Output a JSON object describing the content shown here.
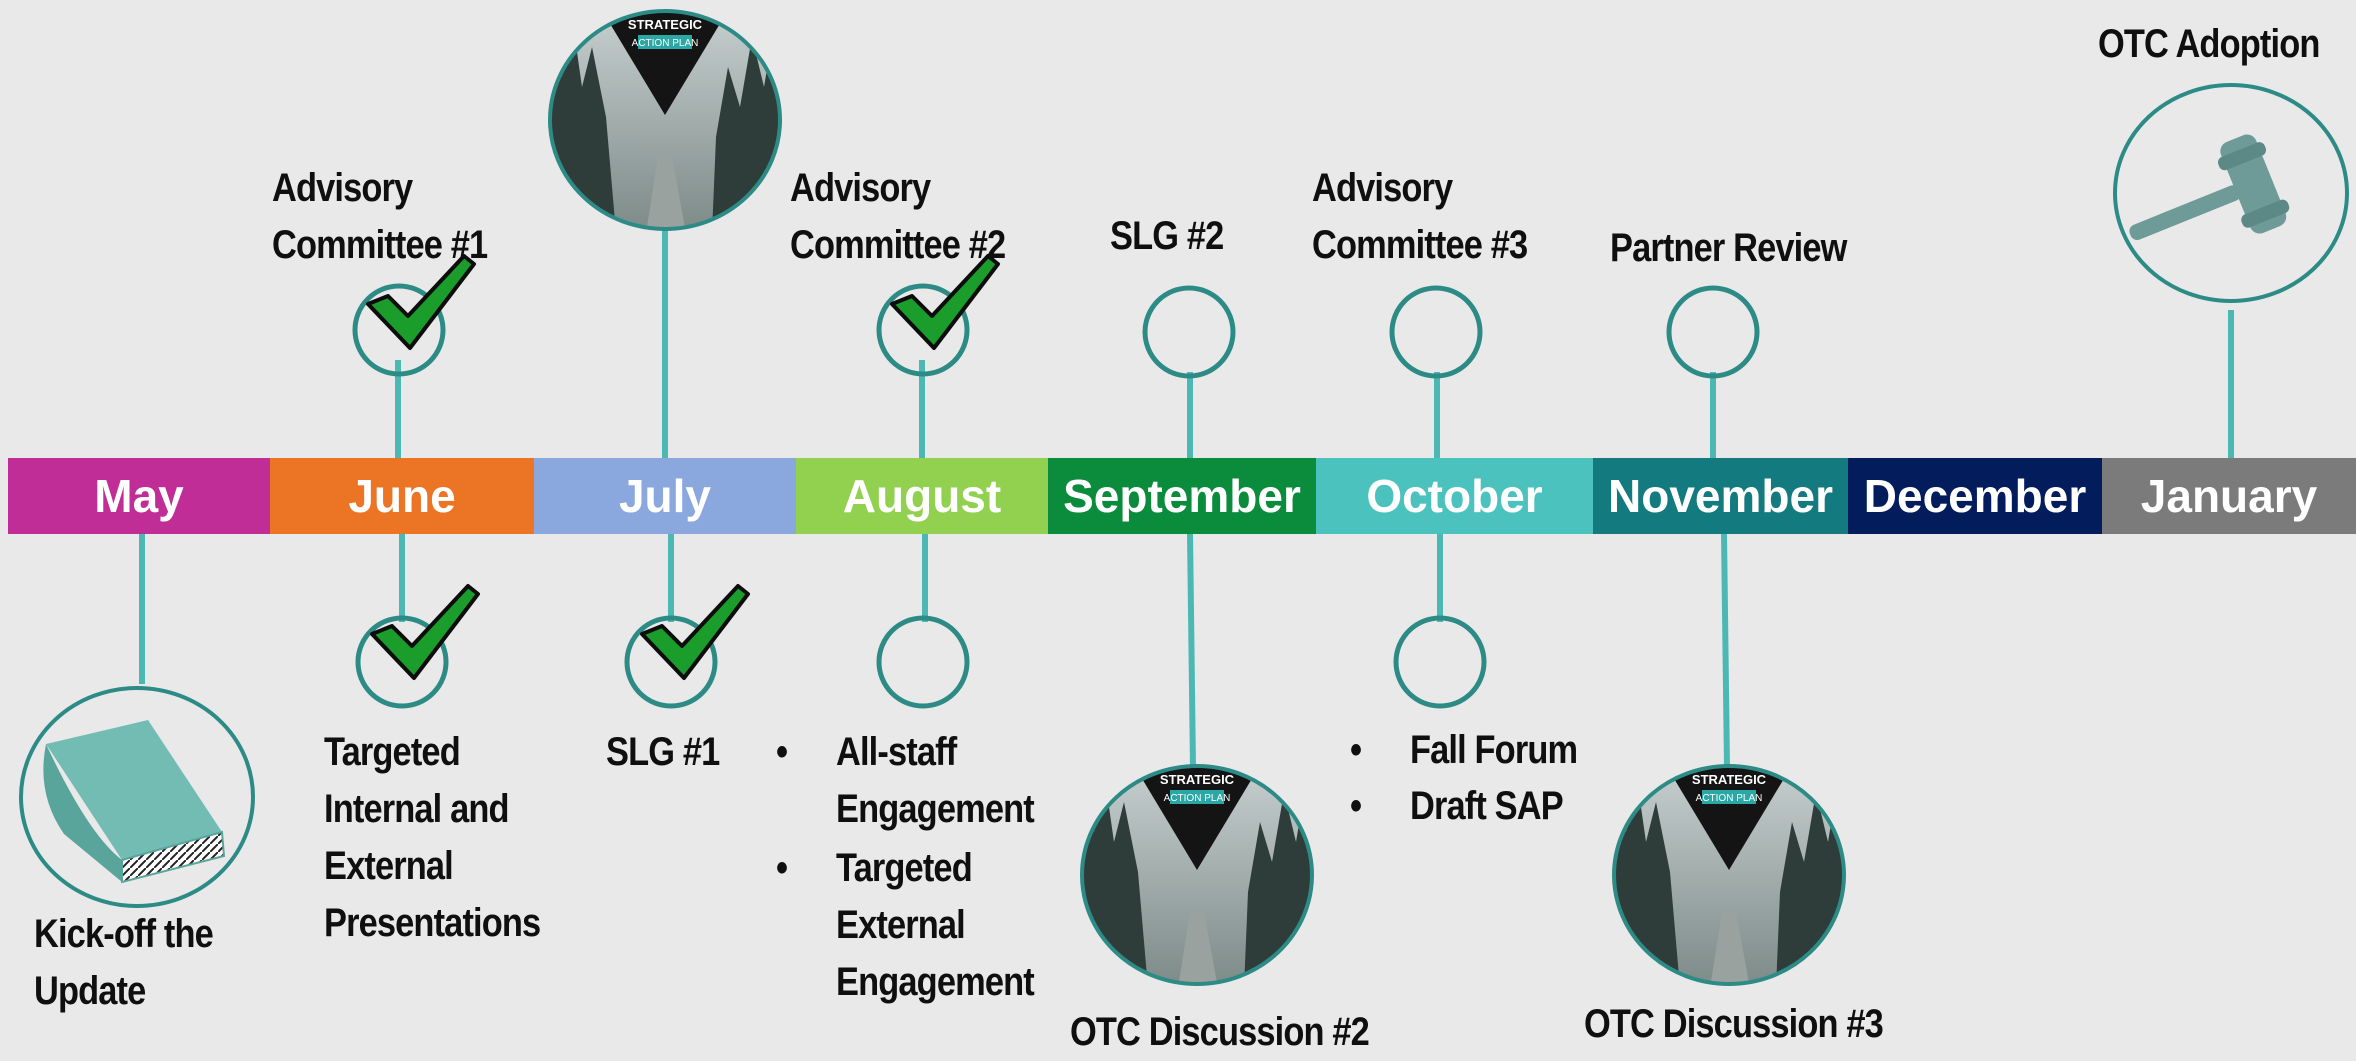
{
  "months": [
    "May",
    "June",
    "July",
    "August",
    "September",
    "October",
    "November",
    "December",
    "January"
  ],
  "colors": {
    "may": "#c02d96",
    "june": "#ec7425",
    "july": "#8aa8dd",
    "august": "#92d050",
    "september": "#0b8c3c",
    "october": "#4bc2bd",
    "november": "#137a80",
    "december": "#021c5c",
    "january": "#7b7b7b",
    "connector": "#4bb8b4",
    "check": "#1a9d2a",
    "circle": "#2d8b86"
  },
  "milestones": {
    "ac1": [
      "Advisory",
      "Committee #1"
    ],
    "ac2": [
      "Advisory",
      "Committee #2"
    ],
    "slg2": "SLG #2",
    "ac3": [
      "Advisory",
      "Committee #3"
    ],
    "partner_review": "Partner Review",
    "otc_adoption": "OTC Adoption",
    "kickoff": [
      "Kick-off the",
      "Update"
    ],
    "targeted": [
      "Targeted",
      "Internal and",
      "External",
      "Presentations"
    ],
    "slg1": "SLG #1",
    "august_items": [
      [
        "All-staff",
        "Engagement"
      ],
      [
        "Targeted",
        "External",
        "Engagement"
      ]
    ],
    "october_items": [
      "Fall Forum",
      "Draft SAP"
    ],
    "otc2": "OTC Discussion #2",
    "otc3": "OTC Discussion #3"
  },
  "plan_badge": [
    "STRATEGIC",
    "ACTION PLAN"
  ],
  "bullet_char": "•",
  "status": {
    "above": {
      "june": "done",
      "august": "done",
      "september": "pending",
      "october": "pending",
      "november": "pending"
    },
    "below": {
      "june": "done",
      "july": "done",
      "august": "pending",
      "october": "pending"
    }
  }
}
